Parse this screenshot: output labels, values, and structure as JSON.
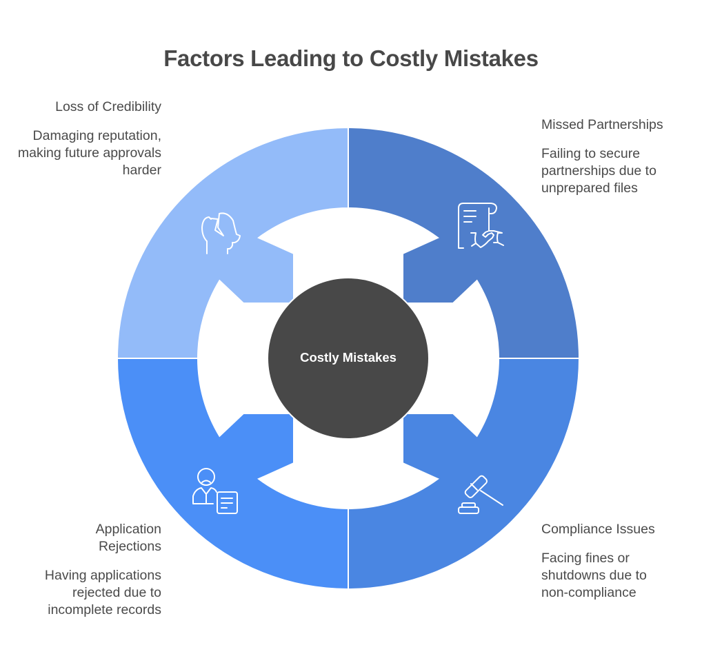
{
  "title": "Factors Leading to Costly Mistakes",
  "center": {
    "label": "Costly Mistakes",
    "color": "#484848"
  },
  "factors": [
    {
      "id": "loss-of-credibility",
      "position": "top-left",
      "title": "Loss of Credibility",
      "description": "Damaging reputation, making future approvals harder",
      "icon": "broken-head-icon",
      "color": "#93bbf9"
    },
    {
      "id": "missed-partnerships",
      "position": "top-right",
      "title": "Missed Partnerships",
      "description": "Failing to secure partnerships due to unprepared files",
      "icon": "contract-handshake-icon",
      "color": "#4f7ecb"
    },
    {
      "id": "compliance-issues",
      "position": "bottom-right",
      "title": "Compliance Issues",
      "description": "Facing fines or shutdowns due to non-compliance",
      "icon": "gavel-icon",
      "color": "#4a86e2"
    },
    {
      "id": "application-rejections",
      "position": "bottom-left",
      "title": "Application Rejections",
      "description": "Having applications rejected due to incomplete records",
      "icon": "rejected-applicant-icon",
      "color": "#4b8ff7"
    }
  ]
}
